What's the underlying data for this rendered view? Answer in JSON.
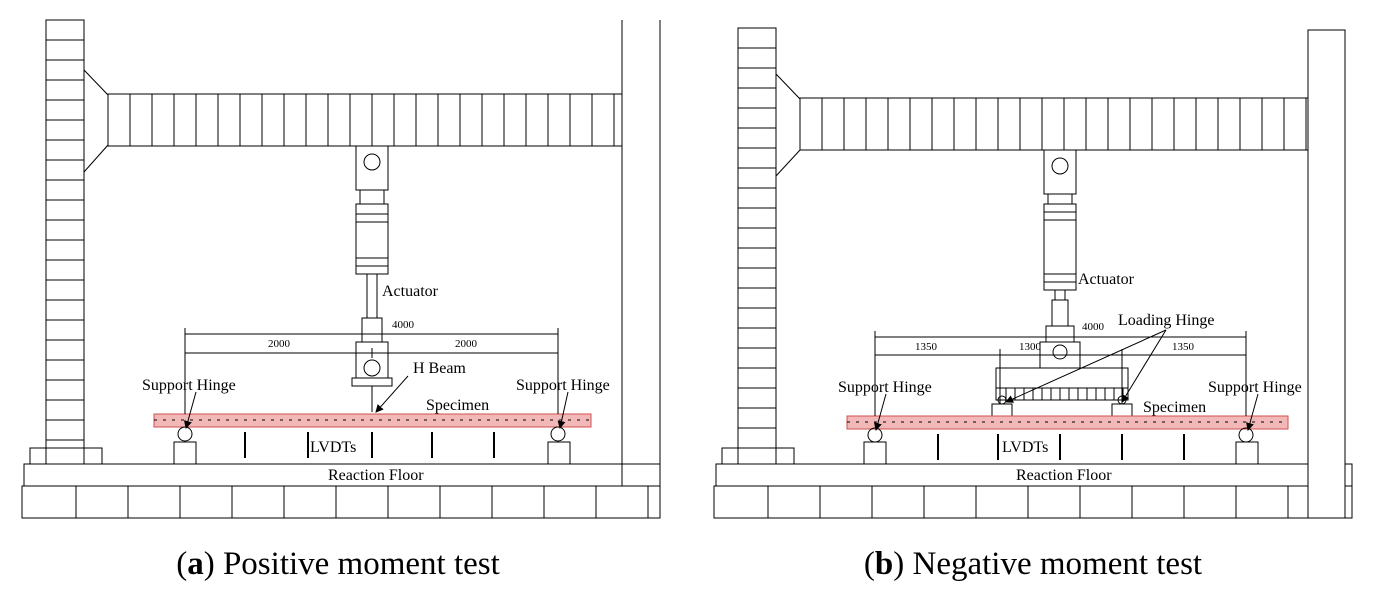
{
  "panels": [
    {
      "id": "a",
      "caption_letter": "a",
      "caption_text": "Positive moment test",
      "labels": {
        "actuator": "Actuator",
        "h_beam": "H Beam",
        "support_left": "Support Hinge",
        "support_right": "Support Hinge",
        "specimen": "Specimen",
        "lvdts": "LVDTs",
        "floor": "Reaction Floor"
      },
      "dims": {
        "total": "4000",
        "left": "2000",
        "right": "2000"
      }
    },
    {
      "id": "b",
      "caption_letter": "b",
      "caption_text": "Negative moment test",
      "labels": {
        "actuator": "Actuator",
        "loading_hinge": "Loading Hinge",
        "support_left": "Support Hinge",
        "support_right": "Support Hinge",
        "specimen": "Specimen",
        "lvdts": "LVDTs",
        "floor": "Reaction Floor"
      },
      "dims": {
        "total": "4000",
        "left": "1350",
        "mid": "1300",
        "right": "1350"
      }
    }
  ],
  "colors": {
    "line": "#000000",
    "specimen_fill": "#f2b8b8",
    "specimen_stroke": "#d05050"
  }
}
